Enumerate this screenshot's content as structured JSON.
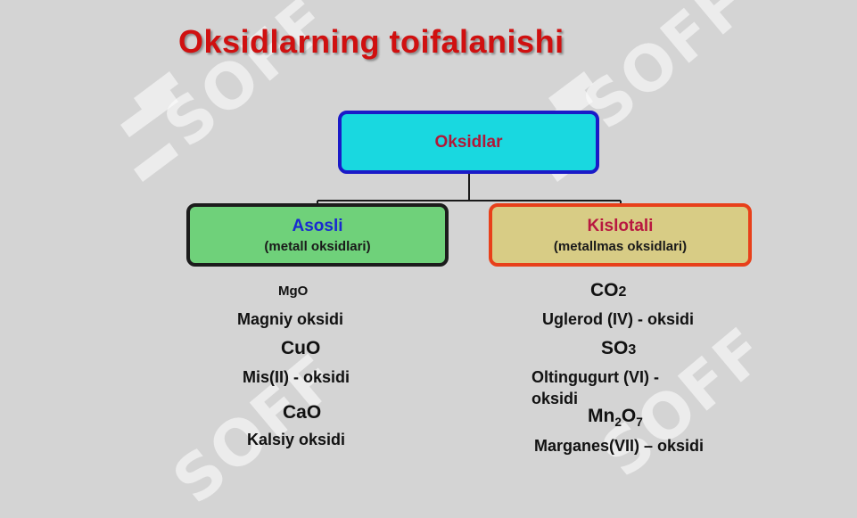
{
  "title": "Oksidlarning toifalanishi",
  "root": {
    "label": "Oksidlar"
  },
  "left_branch": {
    "title": "Asosli",
    "subtitle": "(metall oksidlari)",
    "items": [
      {
        "formula": "MgO",
        "name": "Magniy oksidi"
      },
      {
        "formula": "CuO",
        "name": "Mis(II) - oksidi"
      },
      {
        "formula": "CaO",
        "name": "Kalsiy oksidi"
      }
    ]
  },
  "right_branch": {
    "title": "Kislotali",
    "subtitle": "(metallmas oksidlari)",
    "items": [
      {
        "formula_base": "CO",
        "formula_index": "2",
        "name": "Uglerod (IV) - oksidi"
      },
      {
        "formula_base": "SO",
        "formula_index": "3",
        "name_line1": "Oltingugurt (VI) -",
        "name_line2": "oksidi"
      },
      {
        "formula_part1": "Mn",
        "formula_index1": "2",
        "formula_part2": "O",
        "formula_index2": "7",
        "name": "Marganes(VII) – oksidi"
      }
    ]
  },
  "watermark": {
    "text": "SOFF"
  },
  "colors": {
    "background": "#d4d4d4",
    "title": "#d01010",
    "root_fill": "#19d8e0",
    "root_border": "#1a1ac8",
    "left_fill": "#6fd17a",
    "right_fill": "#d8cc85",
    "right_border": "#e8401a"
  }
}
